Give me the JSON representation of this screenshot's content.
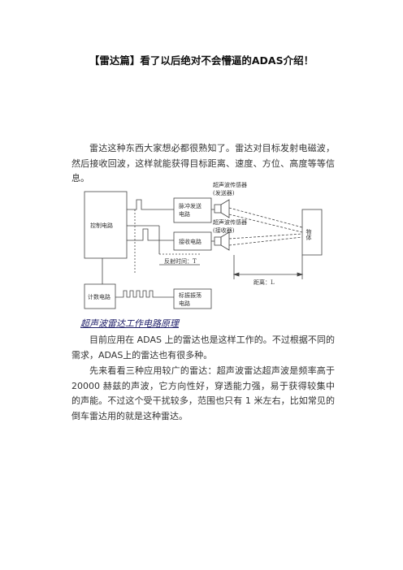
{
  "document": {
    "title": "【雷达篇】看了以后绝对不会懵逼的ADAS介绍！",
    "intro": "雷达这种东西大家想必都很熟知了。雷达对目标发射电磁波，然后接收回波，这样就能获得目标距离、速度、方位、高度等等信息。",
    "caption": "超声波雷达工作电路原理",
    "para2": "目前应用在 ADAS 上的雷达也是这样工作的。不过根据不同的需求，ADAS上的雷达也有很多种。",
    "para3": "先来看看三种应用较广的雷达：超声波雷达超声波是频率高于 20000 赫兹的声波，它方向性好，穿透能力强，易于获得较集中的声能。不过这个受干扰较多，范围也只有 1 米左右，比如常见的倒车雷达用的就是这种雷达。"
  },
  "figure": {
    "control_circuit": "控制电路",
    "pulse_circuit_line1": "脉冲发送",
    "pulse_circuit_line2": "电路",
    "receive_circuit": "接收电路",
    "counter_circuit": "计数电路",
    "oscillator_line1": "标振振荡",
    "oscillator_line2": "电路",
    "tx_sensor_line1": "超声波传感器",
    "tx_sensor_line2": "(发送器)",
    "rx_sensor_line1": "超声波传感器",
    "rx_sensor_line2": "(接收器)",
    "object": "物体",
    "reflection_time": "反射时间：T",
    "distance": "距离：L"
  }
}
